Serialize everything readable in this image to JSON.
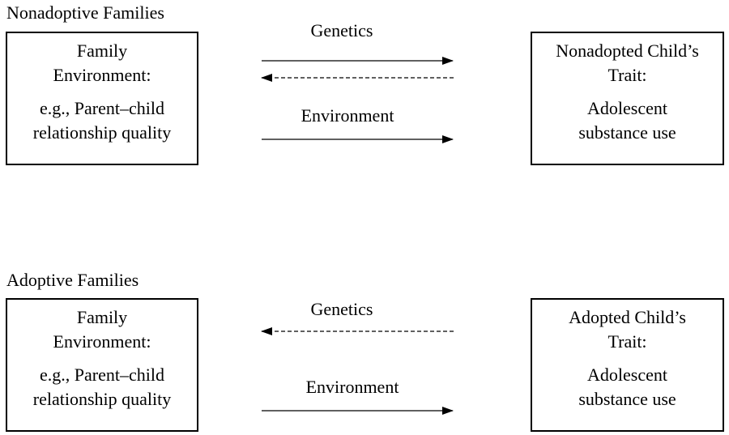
{
  "colors": {
    "ink": "#000000",
    "background": "#ffffff"
  },
  "top": {
    "title": "Nonadoptive Families",
    "left_box": {
      "head": [
        "Family",
        "Environment:"
      ],
      "body": [
        "e.g., Parent–child",
        "relationship quality"
      ]
    },
    "right_box": {
      "head": [
        "Nonadopted Child’s",
        "Trait:"
      ],
      "body": [
        "Adolescent",
        "substance use"
      ]
    },
    "genetics_label": "Genetics",
    "environment_label": "Environment"
  },
  "bottom": {
    "title": "Adoptive Families",
    "left_box": {
      "head": [
        "Family",
        "Environment:"
      ],
      "body": [
        "e.g., Parent–child",
        "relationship quality"
      ]
    },
    "right_box": {
      "head": [
        "Adopted Child’s",
        "Trait:"
      ],
      "body": [
        "Adolescent",
        "substance use"
      ]
    },
    "genetics_label": "Genetics",
    "environment_label": "Environment"
  }
}
